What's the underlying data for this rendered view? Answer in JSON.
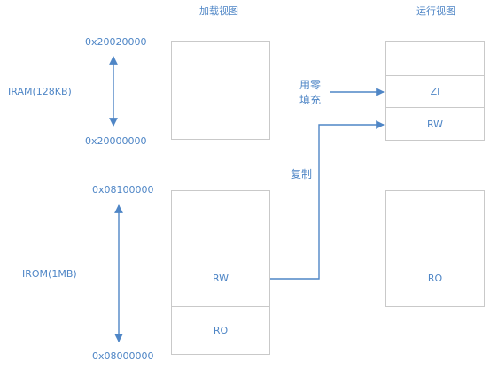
{
  "titles": {
    "load_view": "加载视图",
    "run_view": "运行视图"
  },
  "iram": {
    "label": "IRAM(128KB)",
    "top_address": "0x20020000",
    "bottom_address": "0x20000000"
  },
  "irom": {
    "label": "IROM(1MB)",
    "top_address": "0x08100000",
    "bottom_address": "0x08000000"
  },
  "load_view": {
    "rw_label": "RW",
    "ro_label": "RO"
  },
  "run_view": {
    "zi_label": "ZI",
    "rw_label": "RW",
    "ro_label": "RO"
  },
  "annotations": {
    "zero_fill_line1": "用零",
    "zero_fill_line2": "填充",
    "copy": "复制"
  },
  "colors": {
    "text_and_arrows": "#4f86c6",
    "box_border": "#c9c9c9"
  }
}
